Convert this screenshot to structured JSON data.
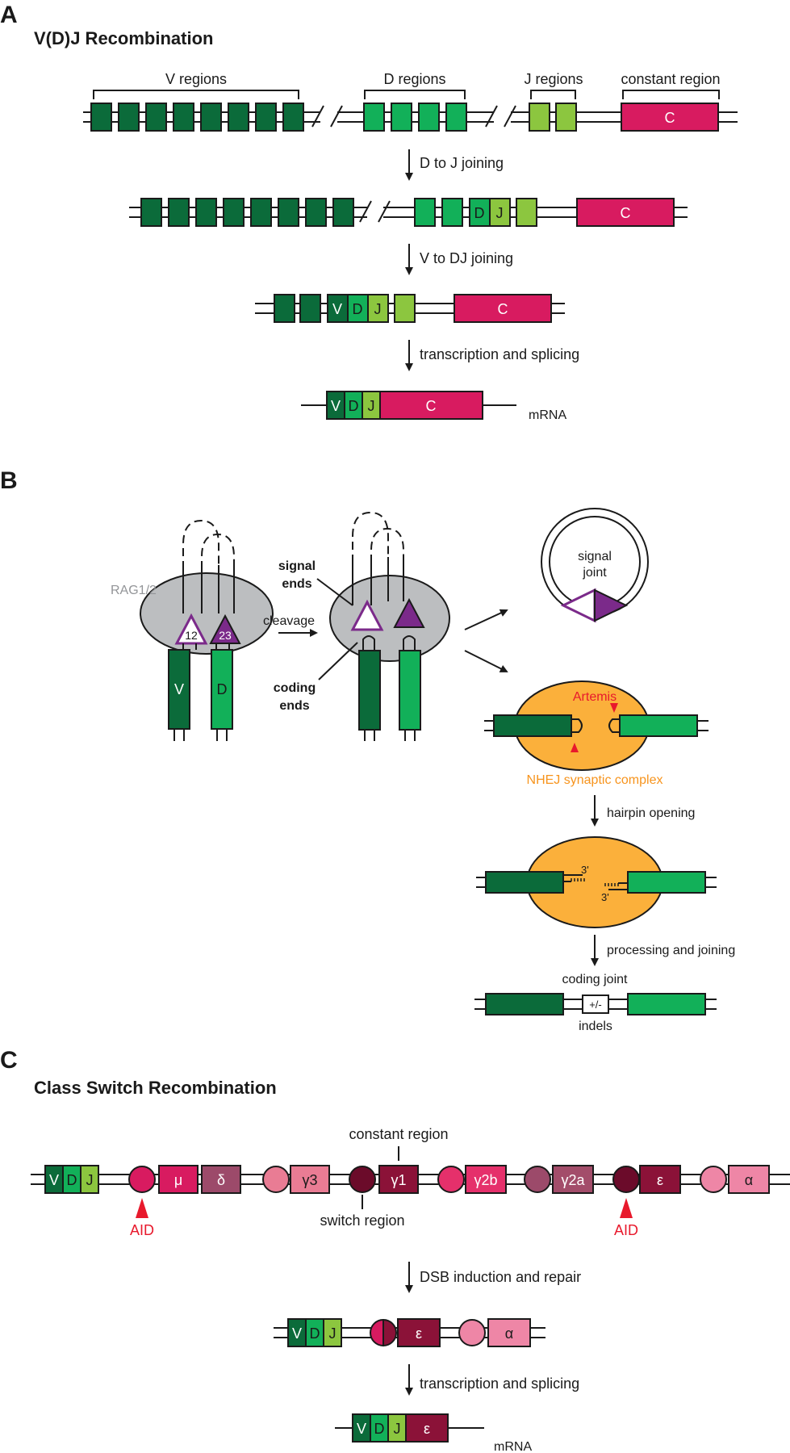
{
  "panels": {
    "a": "A",
    "b": "B",
    "c": "C"
  },
  "headings": {
    "vdj": "V(D)J Recombination",
    "csr": "Class Switch Recombination"
  },
  "labels": {
    "v_regions": "V regions",
    "d_regions": "D regions",
    "j_regions": "J regions",
    "constant_region": "constant region",
    "mrna": "mRNA",
    "rag": "RAG1/2",
    "cleavage": "cleavage",
    "signal_ends": "signal\nends",
    "coding_ends": "coding\nends",
    "signal_joint": "signal\njoint",
    "artemis": "Artemis",
    "nhej": "NHEJ synaptic complex",
    "three_prime": "3'",
    "coding_joint": "coding joint",
    "indels": "indels",
    "plus_minus": "+/-",
    "rss12": "12",
    "rss23": "23",
    "switch_region": "switch region",
    "aid": "AID"
  },
  "steps": {
    "d_to_j": "D to J joining",
    "v_to_dj": "V to DJ joining",
    "transcription": "transcription and splicing",
    "hairpin": "hairpin opening",
    "processing": "processing and joining",
    "dsb": "DSB induction and repair"
  },
  "segments": {
    "v": "V",
    "d": "D",
    "j": "J",
    "c": "C",
    "mu": "μ",
    "delta": "δ",
    "g3": "γ3",
    "g1": "γ1",
    "g2b": "γ2b",
    "g2a": "γ2a",
    "epsilon": "ε",
    "alpha": "α"
  },
  "colors": {
    "v_green": "#0b6b3a",
    "d_green": "#12b059",
    "j_green": "#8cc63f",
    "c_red": "#d81b60",
    "rag_gray": "#bcbec0",
    "nhej_orange": "#fbb03b",
    "rss_purple": "#7b2a8a",
    "aid_red": "#e8192c",
    "mu": "#d81b60",
    "delta": "#9c4a6a",
    "g3": "#e97c94",
    "g1": "#8b1238",
    "g2b": "#e5306b",
    "g2a": "#a34d6a",
    "epsilon": "#8b1238",
    "alpha": "#ee86a6"
  }
}
